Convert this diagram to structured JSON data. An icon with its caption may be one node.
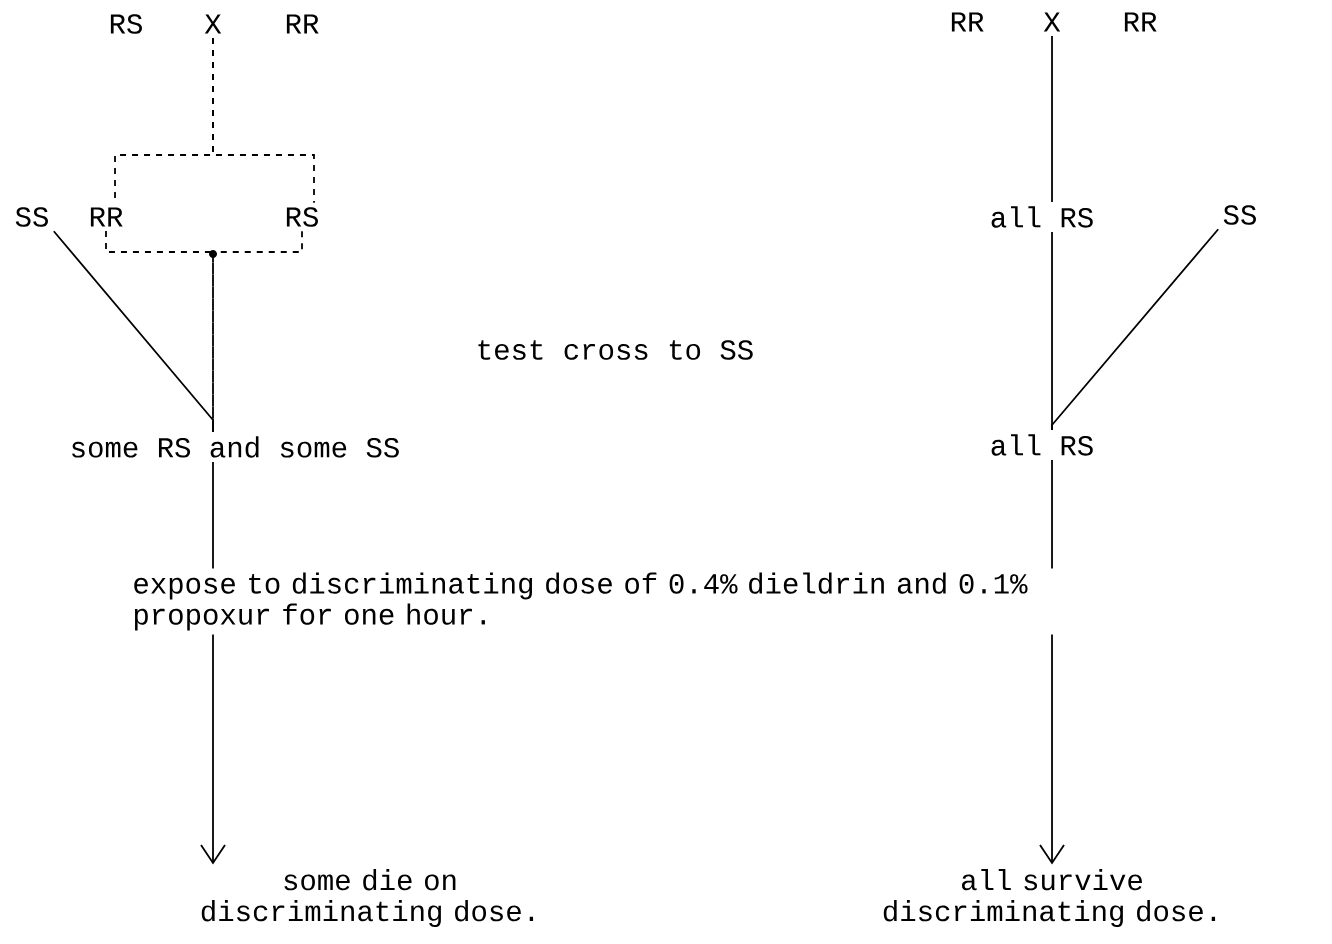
{
  "diagram": {
    "nodes": [
      {
        "text": [
          "X"
        ]
      },
      {
        "text": [
          "SS"
        ]
      },
      {
        "text": [
          "RR"
        ]
      },
      {
        "text": [
          "RS"
        ]
      },
      {
        "text": [
          "some RS and some SS"
        ]
      },
      {
        "text": [
          "some die on discriminating dose."
        ]
      },
      {
        "text": [
          "X"
        ]
      },
      {
        "text": [
          "all RS"
        ]
      },
      {
        "text": [
          "SS"
        ]
      },
      {
        "text": [
          "all RS"
        ]
      },
      {
        "text": [
          "all survive discriminating dose."
        ]
      }
    ],
    "edges": [
      {
        "from": 0,
        "to": 2,
        "arrow": "none",
        "style": "dashed"
      },
      {
        "from": 0,
        "to": 3,
        "arrow": "none",
        "style": "dashed"
      },
      {
        "from": 2,
        "to": 4,
        "arrow": "none",
        "style": "dashed"
      },
      {
        "from": 3,
        "to": 4,
        "arrow": "none",
        "style": "dashed"
      },
      {
        "from": 1,
        "to": 4,
        "arrow": "none"
      },
      {
        "from": 4,
        "to": 5,
        "arrow": "to"
      },
      {
        "from": 6,
        "to": 7,
        "arrow": "none"
      },
      {
        "from": 7,
        "to": 9,
        "arrow": "none"
      },
      {
        "from": 8,
        "to": 9,
        "arrow": "none"
      },
      {
        "from": 9,
        "to": 10,
        "arrow": "to"
      }
    ],
    "labels": [
      "RS",
      "RR",
      "RR",
      "RR",
      "test cross to SS",
      "expose to discriminating dose of 0.4% dieldrin and 0.1% propoxur for one hour."
    ]
  }
}
